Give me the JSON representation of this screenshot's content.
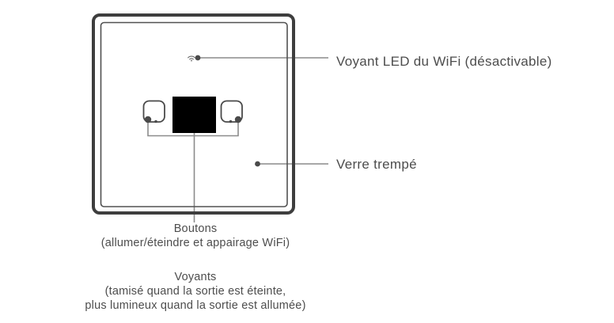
{
  "colors": {
    "background": "#ffffff",
    "frame": "#3e3e3e",
    "inner_border": "#515151",
    "button_outline": "#4a4a4a",
    "display": "#000000",
    "callout_line": "#8c8c8c",
    "callout_dot": "#4a4a4a",
    "text": "#4d4d4d",
    "wifi_icon": "#6b6b6b"
  },
  "device": {
    "description": "wifi-wall-switch-front-view"
  },
  "callouts": {
    "wifi_led": {
      "label": "Voyant LED du WiFi (désactivable)"
    },
    "tempered_glass": {
      "label": "Verre trempé"
    },
    "buttons": {
      "label": "Boutons",
      "sublabel": "(allumer/éteindre et appairage WiFi)"
    },
    "indicators": {
      "label": "Voyants",
      "sublabel_line1": "(tamisé quand la sortie est éteinte,",
      "sublabel_line2": "plus lumineux quand la sortie est allumée)"
    }
  }
}
